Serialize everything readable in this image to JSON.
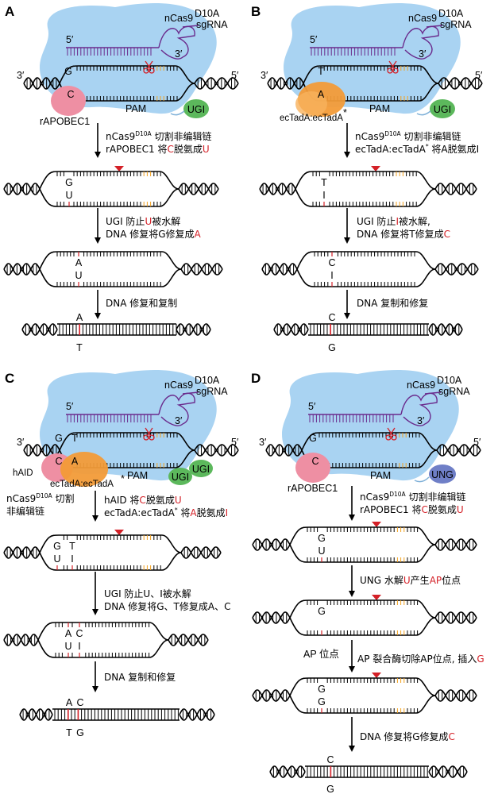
{
  "panels": {
    "A": {
      "letter": "A",
      "protein": "nCas9",
      "protein_sup": "D10A",
      "guide": "sgRNA",
      "five_prime": "5′",
      "three_prime": "3′",
      "left_end": "3′",
      "right_end": "5′",
      "enzyme": "rAPOBEC1",
      "ugi": "UGI",
      "pam": "PAM",
      "base_top": "G",
      "base_bottom": "C",
      "step1_line1": [
        "nCas9",
        "D10A",
        " 切割非编辑链"
      ],
      "step1_line2": [
        "rAPOBEC1 将",
        "C",
        "脱氨成",
        "U"
      ],
      "s2_top": "G",
      "s2_bottom": "U",
      "step2_line1": [
        "UGI 防止",
        "U",
        "被水解"
      ],
      "step2_line2": [
        "DNA 修复将G修复成",
        "A"
      ],
      "s3_top": "A",
      "s3_bottom": "U",
      "step3_line1": "DNA 修复和复制",
      "s4_top": "A",
      "s4_bottom": "T"
    },
    "B": {
      "letter": "B",
      "protein": "nCas9",
      "protein_sup": "D10A",
      "guide": "sgRNA",
      "five_prime": "5′",
      "three_prime": "3′",
      "left_end": "3′",
      "right_end": "5′",
      "enzyme": "ecTadA:ecTadA",
      "enzyme_sup": "*",
      "ugi": "UGI",
      "pam": "PAM",
      "base_top": "T",
      "base_bottom": "A",
      "step1_line1": [
        "nCas9",
        "D10A",
        " 切割非编辑链"
      ],
      "step1_line2": [
        "ecTadA:ecTadA",
        "*",
        " 将A脱氨成I"
      ],
      "s2_top": "T",
      "s2_bottom": "I",
      "step2_line1": [
        "UGI 防止",
        "I",
        "被水解,"
      ],
      "step2_line2": [
        "DNA 修复将T修复成",
        "C"
      ],
      "s3_top": "C",
      "s3_bottom": "I",
      "step3_line1": "DNA 复制和修复",
      "s4_top": "C",
      "s4_bottom": "G"
    },
    "C": {
      "letter": "C",
      "protein": "nCas9",
      "protein_sup": "D10A",
      "guide": "sgRNA",
      "five_prime": "5′",
      "three_prime": "3′",
      "left_end": "3′",
      "right_end": "5′",
      "enzyme1": "hAID",
      "enzyme2": "ecTadA:ecTadA",
      "enzyme2_sup": "*",
      "ugi": "UGI",
      "pam": "PAM",
      "base_top1": "G",
      "base_top2": "T",
      "base_bottom1": "C",
      "base_bottom2": "A",
      "side_line1": [
        "nCas9",
        "D10A",
        " 切割"
      ],
      "side_line2": "非编辑链",
      "step1_line1": [
        "hAID 将",
        "C",
        "脱氨成",
        "U"
      ],
      "step1_line2": [
        "ecTadA:ecTadA",
        "*",
        " 将",
        "A",
        "脱氨成",
        "I"
      ],
      "s2_top1": "G",
      "s2_top2": "T",
      "s2_bottom1": "U",
      "s2_bottom2": "I",
      "step2_line1": [
        "UGI 防止U、I被水解"
      ],
      "step2_line2": [
        "DNA 修复将G、T修复成A、C"
      ],
      "s3_top1": "A",
      "s3_top2": "C",
      "s3_bottom1": "U",
      "s3_bottom2": "I",
      "step3_line1": "DNA 复制和修复",
      "s4_top1": "A",
      "s4_top2": "C",
      "s4_bottom1": "T",
      "s4_bottom2": "G"
    },
    "D": {
      "letter": "D",
      "protein": "nCas9",
      "protein_sup": "D10A",
      "guide": "sgRNA",
      "five_prime": "5′",
      "three_prime": "3′",
      "left_end": "3′",
      "right_end": "5′",
      "enzyme": "rAPOBEC1",
      "ung": "UNG",
      "pam": "PAM",
      "base_top": "G",
      "base_bottom": "C",
      "step1_line1": [
        "nCas9",
        "D10A",
        " 切割非编辑链"
      ],
      "step1_line2": [
        "rAPOBEC1 将",
        "C",
        "脱氨成",
        "U"
      ],
      "s2_top": "G",
      "s2_bottom": "U",
      "step2_line1": [
        "UNG 水解",
        "U",
        "产生",
        "AP",
        "位点"
      ],
      "s3_top": "G",
      "ap_label": "AP 位点",
      "step3_line1": [
        "AP 裂合酶切除AP位点, 插入",
        "G"
      ],
      "s4_top": "G",
      "s4_bottom": "G",
      "step4_line1": [
        "DNA 修复将G修复成",
        "C"
      ],
      "s5_top": "C",
      "s5_bottom": "G"
    }
  },
  "colors": {
    "cas9_blue": "#a9d3f2",
    "rapobec_pink": "#ee8fa3",
    "ugi_green": "#5cb85c",
    "ung_blue": "#6f7fc7",
    "tada_orange": "#f29b38",
    "pam_orange": "#f0a020",
    "edit_red": "#d42027",
    "sgrna_purple": "#6a2a8c"
  }
}
